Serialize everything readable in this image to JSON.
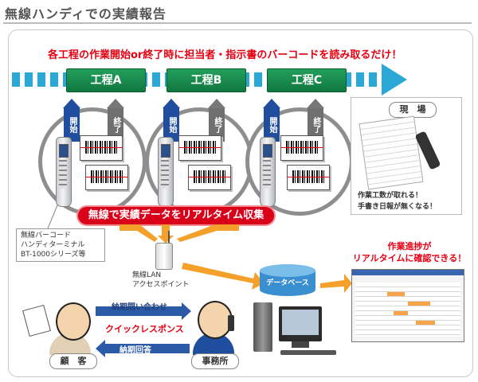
{
  "title": "無線ハンディでの実績報告",
  "headline": "各工程の作業開始or終了時に担当者・指示書のバーコードを読み取るだけ！",
  "processes": [
    {
      "label": "工程A",
      "start": "開始",
      "end": "終了"
    },
    {
      "label": "工程B",
      "start": "開始",
      "end": "終了"
    },
    {
      "label": "工程C",
      "start": "開始",
      "end": "終了"
    }
  ],
  "realtime_banner": "無線で実績データをリアルタイム収集",
  "field": {
    "label": "現　場",
    "line1": "作業工数が取れる！",
    "line2": "手書き日報が無くなる！"
  },
  "terminal": {
    "line1": "無線バーコード",
    "line2": "ハンディターミナル",
    "line3": "BT-1000シリーズ等"
  },
  "access_point": {
    "line1": "無線LAN",
    "line2": "アクセスポイント"
  },
  "database": "データベース",
  "progress": {
    "line1": "作業進捗が",
    "line2": "リアルタイムに確認できる！"
  },
  "communication": {
    "inquiry": "納期問い合わせ",
    "quick": "クイックレスポンス",
    "reply": "納期回答"
  },
  "customer": "顧　客",
  "office": "事務所",
  "colors": {
    "accent_red": "#e60012",
    "flow_blue": "#29a8d6",
    "process_green": "#11773f",
    "arrow_navy": "#1f4e9e",
    "orange": "#f5a02a"
  }
}
